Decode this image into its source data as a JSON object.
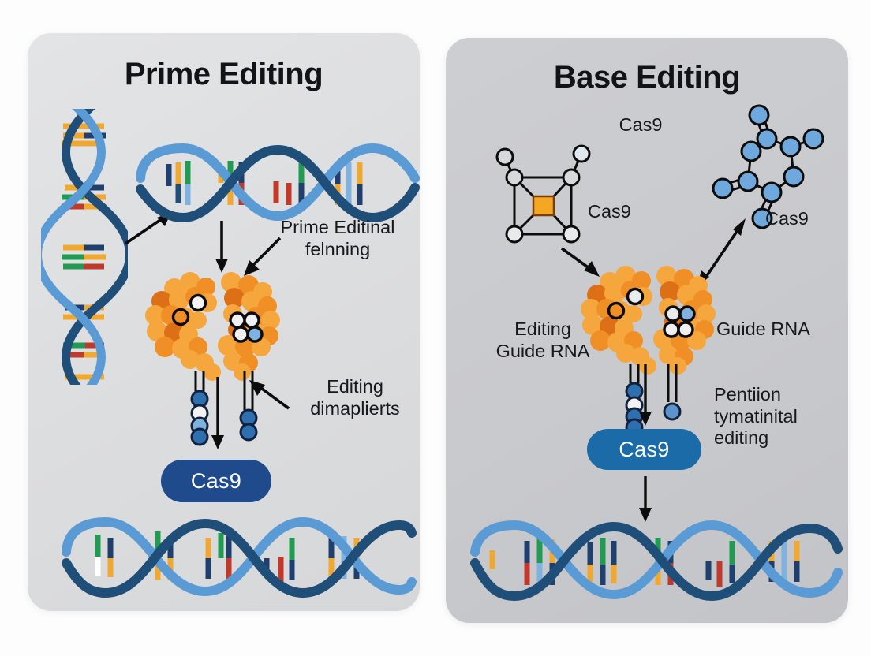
{
  "figure": {
    "background_color": "#fdfdfd",
    "type": "scientific-diagram",
    "subject": "CRISPR genome editing comparison"
  },
  "panels": [
    {
      "id": "prime-editing",
      "title": "Prime Editing",
      "background_color": "#dddee0",
      "labels": [
        {
          "id": "prime-editinal-felnning",
          "text": "Prime Editinal\nfelnning"
        },
        {
          "id": "editing-dimaplierts",
          "text": "Editing\ndimaplierts"
        }
      ],
      "pill": {
        "text": "Cas9",
        "color": "#1f4a8c"
      }
    },
    {
      "id": "base-editing",
      "title": "Base Editing",
      "background_color": "#c9cacd",
      "labels": [
        {
          "id": "cas9-top",
          "text": "Cas9"
        },
        {
          "id": "cas9-cube",
          "text": "Cas9"
        },
        {
          "id": "cas9-ring",
          "text": "Cas9"
        },
        {
          "id": "editing-guide-rna",
          "text": "Editing\nGuide RNA"
        },
        {
          "id": "guide-rna",
          "text": "Guide RNA"
        },
        {
          "id": "pentiion-tymatinital-editing",
          "text": "Pentiion\ntymatinital\nediting"
        }
      ],
      "pill": {
        "text": "Cas9",
        "color": "#1b6ba8"
      }
    }
  ],
  "palette": {
    "dna_backbone_light": "#5b9bd5",
    "dna_backbone_dark": "#1f4e79",
    "base_green": "#219a52",
    "base_orange": "#f0a830",
    "base_red": "#c0392b",
    "base_navy": "#1f3f6e",
    "base_lightblue": "#7fb2e0",
    "protein_orange_light": "#f5a63c",
    "protein_orange_mid": "#ef8f25",
    "protein_orange_dark": "#dd6f16",
    "atom_blue": "#6fa8dc",
    "atom_grey": "#d7d9db",
    "accent_orange_square": "#f5a623",
    "arrow_black": "#0c0c0c",
    "text_dark": "#16181c"
  }
}
